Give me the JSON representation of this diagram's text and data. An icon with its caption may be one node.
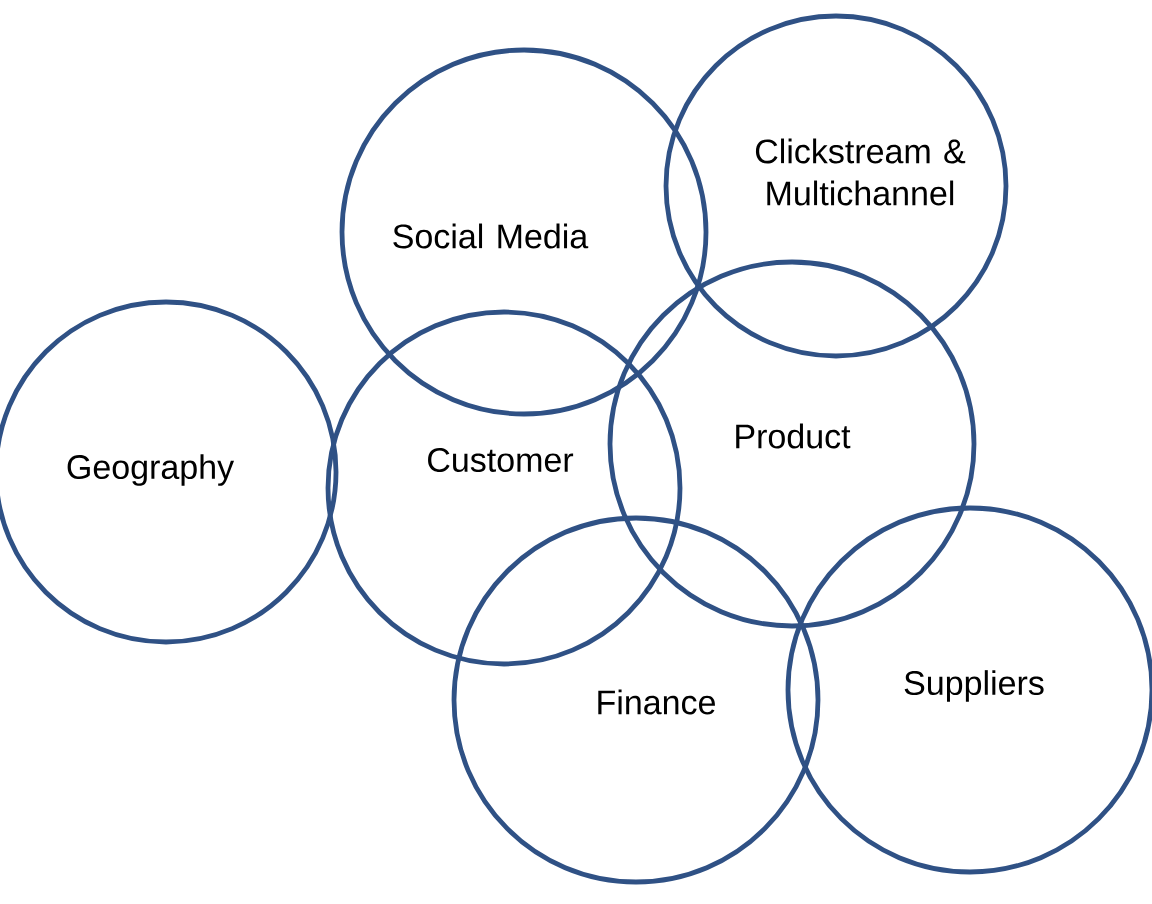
{
  "diagram": {
    "nodes": [
      {
        "text": [
          "Social Media"
        ]
      },
      {
        "text": [
          "Clickstream & Multichannel"
        ]
      },
      {
        "text": [
          "Geography"
        ]
      },
      {
        "text": [
          "Customer"
        ]
      },
      {
        "text": [
          "Product"
        ]
      },
      {
        "text": [
          "Finance"
        ]
      },
      {
        "text": [
          "Suppliers"
        ]
      }
    ]
  }
}
